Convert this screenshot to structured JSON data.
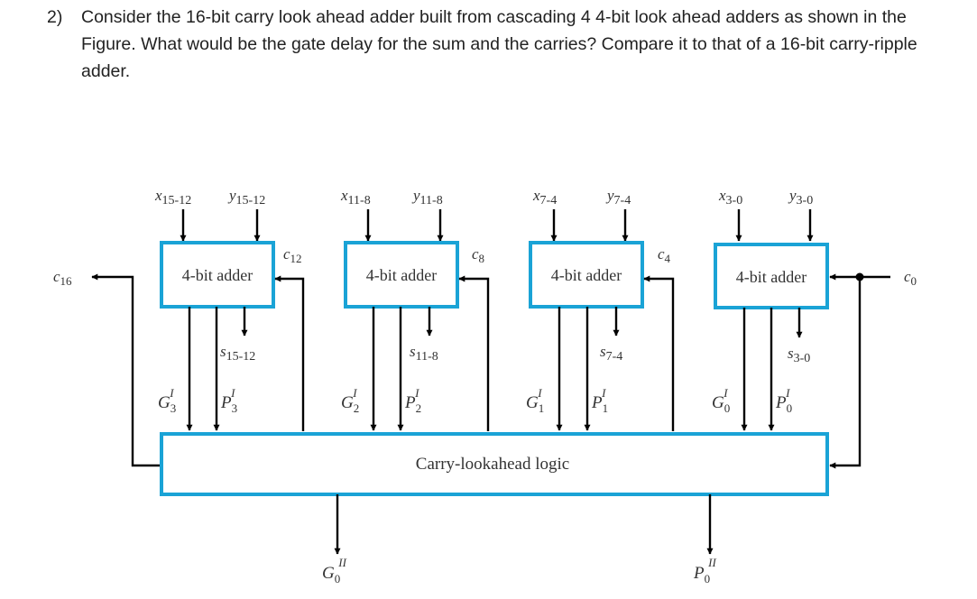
{
  "question": {
    "number": "2)",
    "text": "Consider the 16-bit carry look ahead adder built from cascading 4 4-bit look ahead adders as shown in the Figure. What would be the gate delay for the sum and the carries? Compare it to that of a 16-bit carry-ripple adder."
  },
  "figure": {
    "adders": [
      {
        "x": "x",
        "x_sub": "15-12",
        "y": "y",
        "y_sub": "15-12",
        "label": "4-bit adder",
        "carry_in": "c",
        "carry_in_sub": "12",
        "sum": "s",
        "sum_sub": "15-12",
        "g": "G",
        "g_sub": "3",
        "g_sup": "I",
        "p": "P",
        "p_sub": "3",
        "p_sup": "I"
      },
      {
        "x": "x",
        "x_sub": "11-8",
        "y": "y",
        "y_sub": "11-8",
        "label": "4-bit adder",
        "carry_in": "c",
        "carry_in_sub": "8",
        "sum": "s",
        "sum_sub": "11-8",
        "g": "G",
        "g_sub": "2",
        "g_sup": "I",
        "p": "P",
        "p_sub": "2",
        "p_sup": "I"
      },
      {
        "x": "x",
        "x_sub": "7-4",
        "y": "y",
        "y_sub": "7-4",
        "label": "4-bit adder",
        "carry_in": "c",
        "carry_in_sub": "4",
        "sum": "s",
        "sum_sub": "7-4",
        "g": "G",
        "g_sub": "1",
        "g_sup": "I",
        "p": "P",
        "p_sub": "1",
        "p_sup": "I"
      },
      {
        "x": "x",
        "x_sub": "3-0",
        "y": "y",
        "y_sub": "3-0",
        "label": "4-bit adder",
        "carry_in": "",
        "carry_in_sub": "",
        "sum": "s",
        "sum_sub": "3-0",
        "g": "G",
        "g_sub": "0",
        "g_sup": "I",
        "p": "P",
        "p_sub": "0",
        "p_sup": "I"
      }
    ],
    "c16": {
      "base": "c",
      "sub": "16"
    },
    "c0": {
      "base": "c",
      "sub": "0"
    },
    "cla_label": "Carry-lookahead logic",
    "g_out": {
      "base": "G",
      "sub": "0",
      "sup": "II"
    },
    "p_out": {
      "base": "P",
      "sub": "0",
      "sup": "II"
    },
    "colors": {
      "box_border": "#1aa3d6",
      "wire": "#000000"
    }
  }
}
